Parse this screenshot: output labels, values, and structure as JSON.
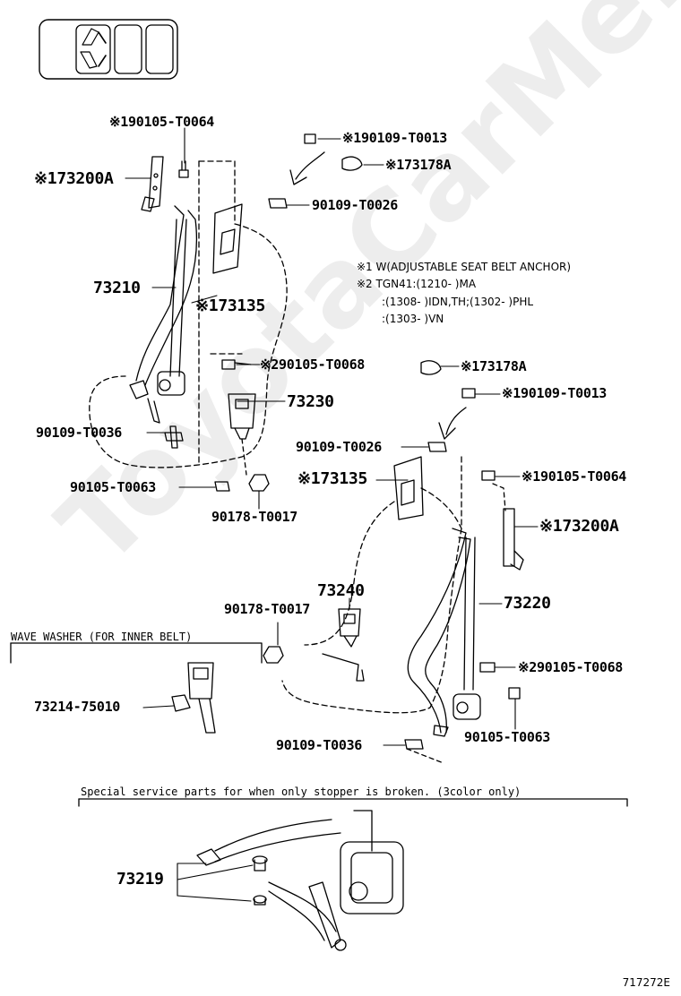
{
  "watermark": "ToyotaCarMe.ru",
  "diagram_id": "717272E",
  "labels": {
    "p190105_t0064_top": "※190105-T0064",
    "p173200a_left": "※173200A",
    "p73210": "73210",
    "p173135_left": "※173135",
    "p190109_t0013_top": "※190109-T0013",
    "p173178a_top": "※173178A",
    "p90109_t0026_top": "90109-T0026",
    "p290105_t0068_left": "※290105-T0068",
    "p73230": "73230",
    "p90109_t0036_left": "90109-T0036",
    "p90105_t0063_left": "90105-T0063",
    "p90178_t0017_left": "90178-T0017",
    "p173178a_right": "※173178A",
    "p190109_t0013_right": "※190109-T0013",
    "p90109_t0026_right": "90109-T0026",
    "p173135_right": "※173135",
    "p190105_t0064_right": "※190105-T0064",
    "p173200a_right": "※173200A",
    "p73240": "73240",
    "p90178_t0017_mid": "90178-T0017",
    "p73220": "73220",
    "p290105_t0068_right": "※290105-T0068",
    "p73214_75010": "73214-75010",
    "p90105_t0063_right": "90105-T0063",
    "p90109_t0036_right": "90109-T0036",
    "p73219": "73219"
  },
  "notes": {
    "line1": "※1 W(ADJUSTABLE SEAT BELT ANCHOR)",
    "line2": "※2 TGN41:(1210-         )MA",
    "line3": ":(1308-         )IDN,TH;(1302-         )PHL",
    "line4": ":(1303-         )VN"
  },
  "headings": {
    "wave_washer": "WAVE WASHER (FOR INNER BELT)",
    "special_service": "Special service parts for when only stopper is broken. (3color only)"
  }
}
